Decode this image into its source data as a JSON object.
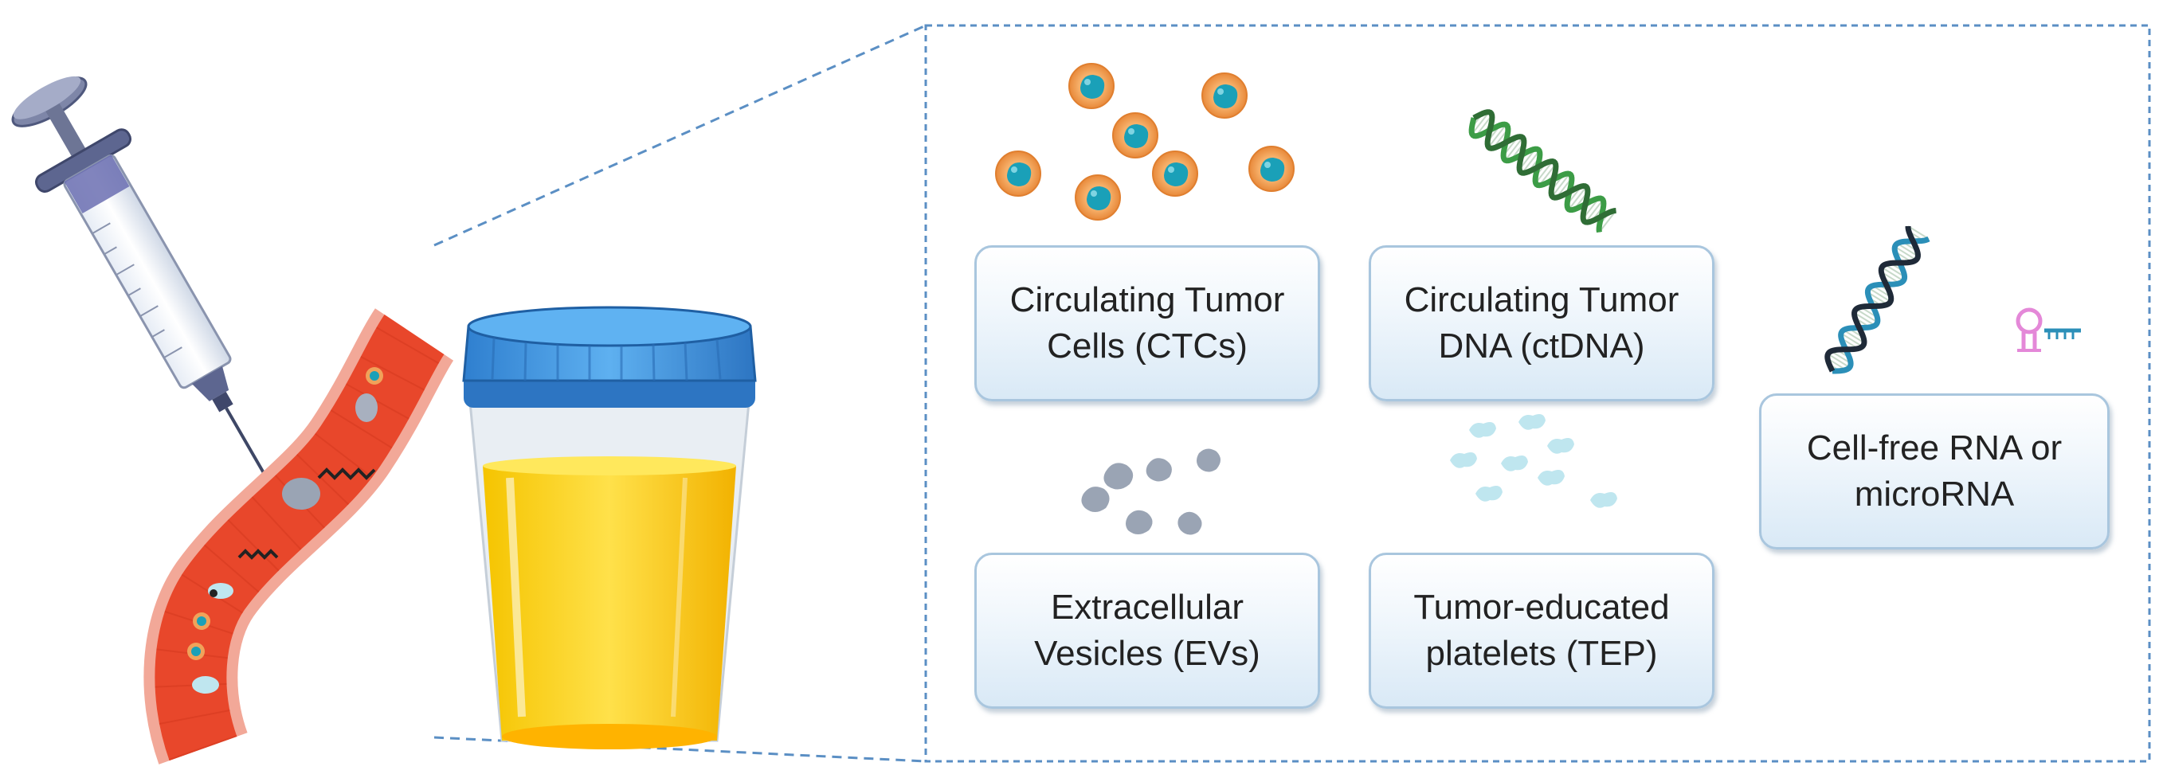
{
  "cards": {
    "ctc": "Circulating Tumor\nCells (CTCs)",
    "ctdna": "Circulating Tumor\nDNA (ctDNA)",
    "ev": "Extracellular\nVesicles (EVs)",
    "tep": "Tumor-educated\nplatelets (TEP)",
    "rna": "Cell-free RNA or\nmicroRNA"
  },
  "colors": {
    "blood_vessel": "#e8472b",
    "vessel_wall": "#f6b3a4",
    "urine": "#f8c20a",
    "cap": "#3d8fd8",
    "cell_orange": "#f0a25a",
    "cell_nucleus": "#1aa0b8",
    "dna_green": "#3c9c46",
    "vesicle_gray": "#9aa4b4",
    "platelet_blue": "#bfe6ef",
    "rna_pink": "#e488d8",
    "dashed_border": "#5b8fc4"
  }
}
